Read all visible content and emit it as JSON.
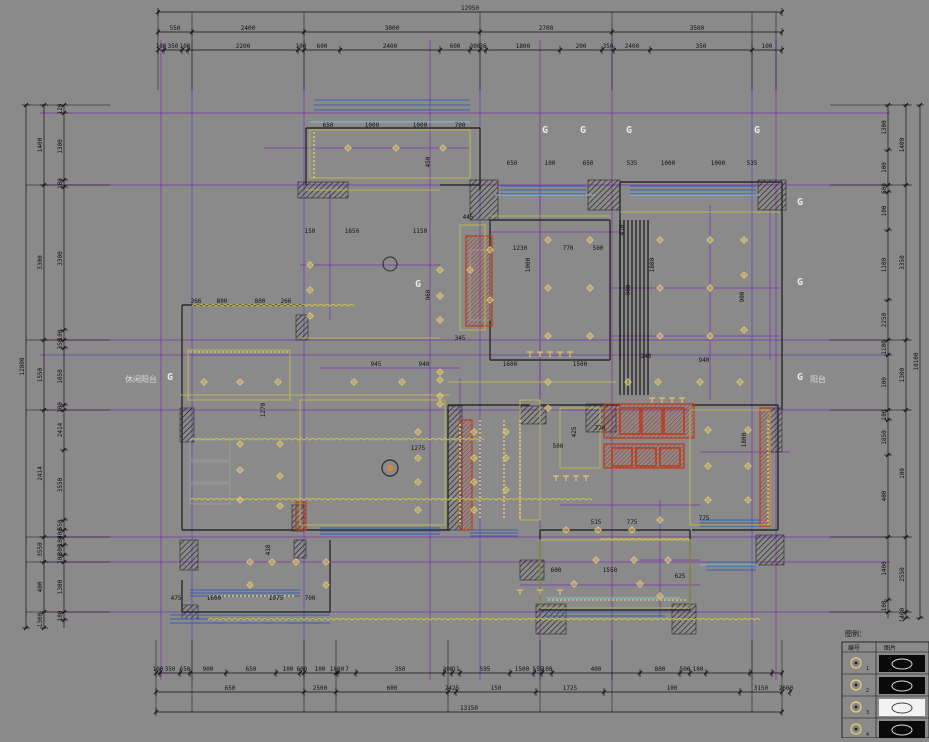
{
  "colors": {
    "background": "#8a8a8a",
    "dim_line": "#111111",
    "axis_line": "#7a2fb0",
    "wall": "#2a2a2a",
    "hatch": "#1a1a1a",
    "yellow": "#c8c24a",
    "lamp": "#f0d070",
    "cabinet": "#c0391b",
    "window": "#3a5fa8",
    "cyan": "#7fd4e8"
  },
  "top_dims": {
    "overall": "12950",
    "row1": [
      "550",
      "2400",
      "3000",
      "2700",
      "3500"
    ],
    "row2": [
      "100",
      "350",
      "100",
      "2200",
      "100",
      "600",
      "2400",
      "600",
      "300",
      "36",
      "1800",
      "200",
      "350",
      "2400",
      "350",
      "100"
    ]
  },
  "bottom_dims": {
    "overall": "13150",
    "row1": [
      "100",
      "350",
      "650",
      "900",
      "650",
      "100",
      "600",
      "100",
      "1800",
      "7",
      "350",
      "300",
      "11",
      "595",
      "1500",
      "555",
      "100",
      "400",
      "800",
      "500",
      "100"
    ],
    "row2": [
      "650",
      "2500",
      "600",
      "2425",
      "150",
      "1725",
      "100",
      "3150",
      "2600"
    ]
  },
  "left_dims": {
    "overall": "12800",
    "outer": [
      "1400",
      "3300",
      "1550",
      "2414",
      "3550",
      "400",
      "1300"
    ],
    "inner": [
      "120",
      "1300",
      "100",
      "3300",
      "100",
      "350",
      "1050",
      "100",
      "2414",
      "3550",
      "550",
      "400",
      "100",
      "300",
      "100",
      "1300",
      "100"
    ]
  },
  "right_dims": {
    "overall": "10100",
    "outer": [
      "1400",
      "3350",
      "1300",
      "100",
      "2550",
      "1400"
    ],
    "inner": [
      "1300",
      "100",
      "600",
      "100",
      "1100",
      "2250",
      "1100",
      "100",
      "100",
      "1850",
      "400",
      "1400",
      "100"
    ]
  },
  "room_dims": [
    "650",
    "1000",
    "1000",
    "700",
    "450",
    "650",
    "100",
    "650",
    "535",
    "1000",
    "1000",
    "535",
    "445",
    "150",
    "1650",
    "1150",
    "1230",
    "770",
    "500",
    "1000",
    "1800",
    "900",
    "900",
    "266",
    "800",
    "800",
    "266",
    "345",
    "960",
    "945",
    "940",
    "240",
    "410",
    "940",
    "1600",
    "1500",
    "1270",
    "1275",
    "1800",
    "770",
    "500",
    "425",
    "515",
    "775",
    "775",
    "600",
    "1550",
    "625",
    "475",
    "1600",
    "1975",
    "700",
    "418"
  ],
  "markers": [
    "G",
    "G",
    "G",
    "G",
    "G",
    "G",
    "G",
    "G",
    "G"
  ],
  "faint_labels": [
    "休闲阳台",
    "阳台"
  ],
  "legend": {
    "title": "图例：",
    "col_code": "编号",
    "col_image": "图片",
    "items": [
      {
        "icon": "spotlight-icon",
        "code": "1"
      },
      {
        "icon": "pendant-icon",
        "code": "2"
      },
      {
        "icon": "strip-light-icon",
        "code": "3"
      },
      {
        "icon": "downlight-icon",
        "code": "4"
      }
    ]
  }
}
